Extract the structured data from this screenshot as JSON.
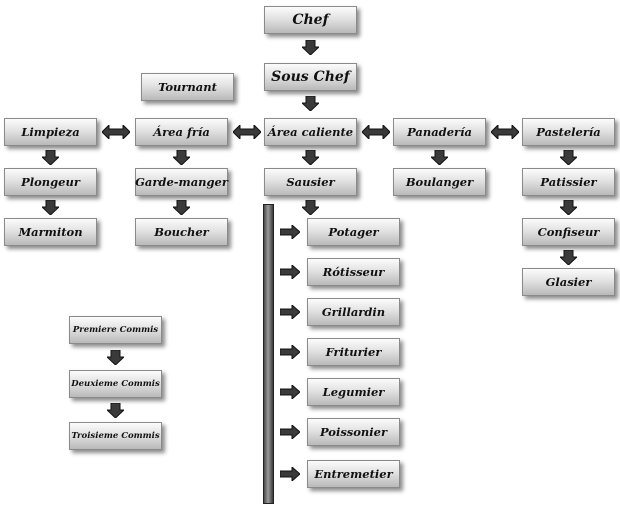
{
  "nodes": {
    "chef": "Chef",
    "sous_chef": "Sous Chef",
    "tournant": "Tournant",
    "limpieza": "Limpieza",
    "area_fria": "Área fría",
    "area_caliente": "Área caliente",
    "panaderia": "Panadería",
    "pasteleria": "Pastelería",
    "plongeur": "Plongeur",
    "garde_manger": "Garde-manger",
    "sausier": "Sausier",
    "boulanger": "Boulanger",
    "patissier": "Patissier",
    "marmiton": "Marmiton",
    "boucher": "Boucher",
    "confiseur": "Confiseur",
    "glasier": "Glasier",
    "potager": "Potager",
    "rotisseur": "Rótisseur",
    "grillardin": "Grillardin",
    "friturier": "Friturier",
    "legumier": "Legumier",
    "poissonier": "Poissonier",
    "entremetier": "Entremetier",
    "premiere_commis": "Premiere Commis",
    "deuxieme_commis": "Deuxieme Commis",
    "troisieme_commis": "Troisieme Commis"
  }
}
